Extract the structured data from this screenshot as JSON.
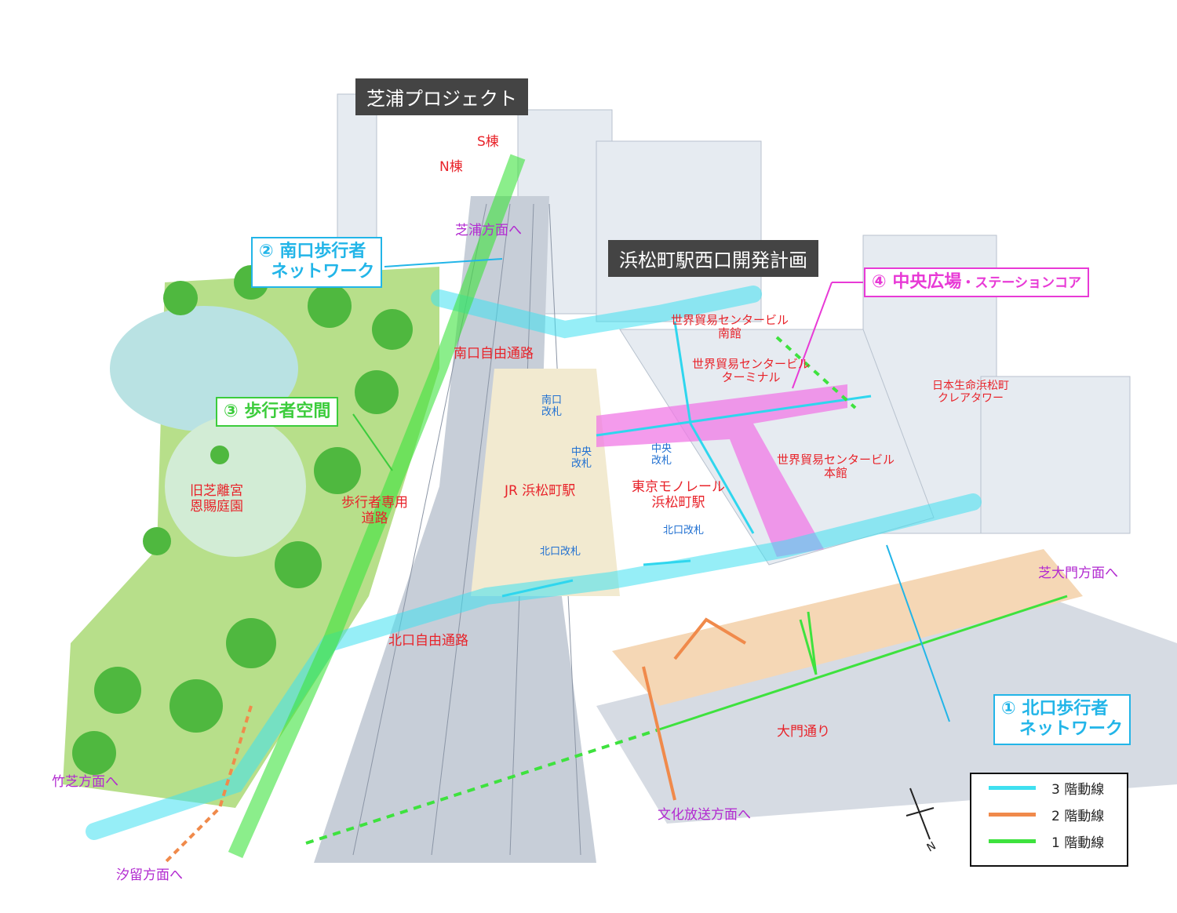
{
  "titles": {
    "shibaura": "芝浦プロジェクト",
    "west_exit": "浜松町駅西口開発計画"
  },
  "callouts": {
    "north_network": {
      "num": "①",
      "line1": "北口歩行者",
      "line2": "ネットワーク",
      "color": "#22b5e8"
    },
    "south_network": {
      "num": "②",
      "line1": "南口歩行者",
      "line2": "ネットワーク",
      "color": "#22b5e8"
    },
    "pedestrian_space": {
      "num": "③",
      "line1": "歩行者空間",
      "color": "#3ccc3c"
    },
    "central_plaza": {
      "num": "④",
      "line1": "中央広場",
      "line2": "・ステーションコア",
      "color": "#e83ad6"
    }
  },
  "labels": {
    "s_tower": "S棟",
    "n_tower": "N棟",
    "shibaura_dir": "芝浦方面へ",
    "south_passage": "南口自由通路",
    "wtc_south_1": "世界貿易センタービル",
    "wtc_south_2": "南館",
    "wtc_terminal_1": "世界貿易センタービル",
    "wtc_terminal_2": "ターミナル",
    "nissay_1": "日本生命浜松町",
    "nissay_2": "クレアタワー",
    "wtc_main_1": "世界貿易センタービル",
    "wtc_main_2": "本館",
    "south_gate_1": "南口",
    "south_gate_2": "改札",
    "central_gate_jr_1": "中央",
    "central_gate_jr_2": "改札",
    "central_gate_mono_1": "中央",
    "central_gate_mono_2": "改札",
    "jr_station": "JR 浜松町駅",
    "monorail_1": "東京モノレール",
    "monorail_2": "浜松町駅",
    "north_gate_mono": "北口改札",
    "north_gate_jr": "北口改札",
    "garden_1": "旧芝離宮",
    "garden_2": "恩賜庭園",
    "ped_road_1": "歩行者専用",
    "ped_road_2": "道路",
    "north_passage": "北口自由通路",
    "shibadaimon_dir": "芝大門方面へ",
    "daimon_street": "大門通り",
    "takeshiba_dir": "竹芝方面へ",
    "shiodome_dir": "汐留方面へ",
    "bunka_dir": "文化放送方面へ",
    "north_arrow": "N"
  },
  "legend": [
    {
      "label": "3 階動線",
      "color": "#3fe0f0"
    },
    {
      "label": "2 階動線",
      "color": "#f08a4b"
    },
    {
      "label": "1 階動線",
      "color": "#3ee23e"
    }
  ]
}
